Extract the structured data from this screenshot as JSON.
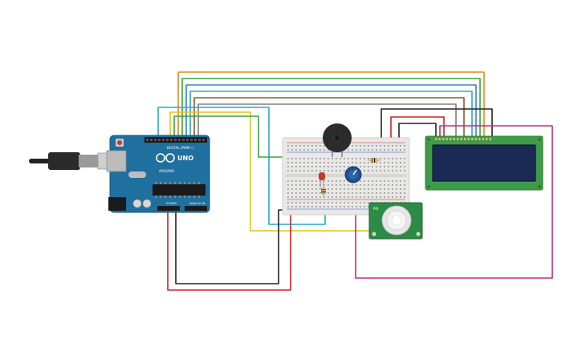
{
  "arduino": {
    "logo_text": "UNO",
    "digital_label": "DIGITAL (PWM~)",
    "power_label": "POWER",
    "analog_label": "ANALOG IN",
    "brand_text": "ARDUINO"
  },
  "lcd": {
    "display_text": ""
  },
  "pir_sensor": {
    "label": "PIR"
  },
  "colors": {
    "arduino_board": "#1f6f9f",
    "breadboard": "#e8e8e6",
    "lcd_pcb": "#3e9b48",
    "lcd_screen": "#1b2a55",
    "pir_pcb": "#2c8b45",
    "wire_orange": "#e08a1e",
    "wire_green": "#3aa53a",
    "wire_blue": "#3b7fd0",
    "wire_cyan": "#2aa7c9",
    "wire_brown": "#8b5a2b",
    "wire_gray": "#808080",
    "wire_red": "#cc2222",
    "wire_black": "#222222",
    "wire_yellow": "#e6c21a",
    "wire_magenta": "#c02a86"
  }
}
